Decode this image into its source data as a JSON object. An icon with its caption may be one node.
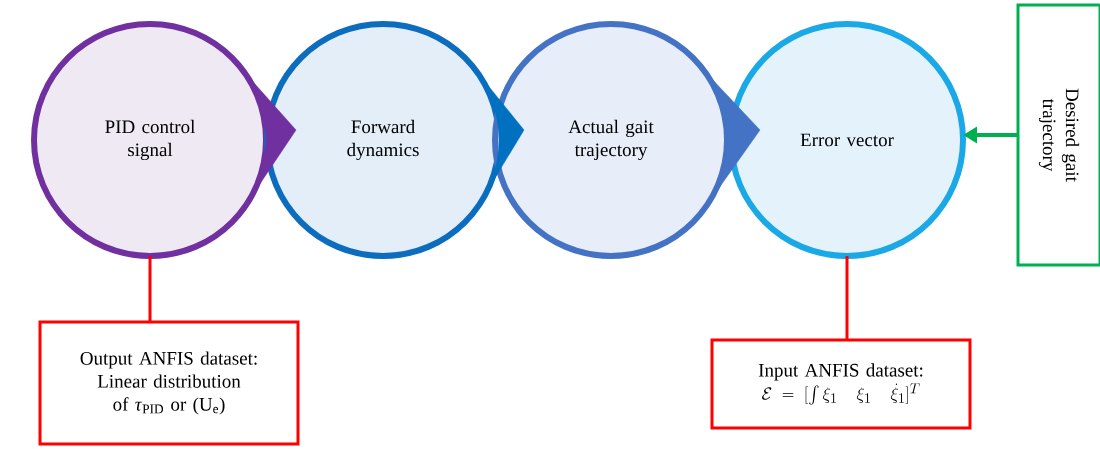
{
  "diagram": {
    "nodes": [
      {
        "text": [
          "PID control signal"
        ]
      },
      {
        "text": [
          "Forward dynamics"
        ]
      },
      {
        "text": [
          "Actual gait trajectory"
        ]
      },
      {
        "text": [
          "Error vector"
        ]
      },
      {
        "text": [
          "Desired gait trajectory"
        ]
      },
      {
        "text": [
          "Output ANFIS dataset:",
          "Linear distribution of *τ*$_{PID}$ or (U$_{e}$)"
        ]
      },
      {
        "text": [
          "Input ANFIS dataset:",
          "\\mathcal{E} = [\\int \\xi_1 \\quad \\xi_1 \\quad \\dot{\\xi}_1]^T"
        ]
      }
    ],
    "edges": [
      {
        "from": 0,
        "to": 1,
        "arrow": "to",
        "color": "#7030a0"
      },
      {
        "from": 1,
        "to": 2,
        "arrow": "to",
        "color": "#0070c0"
      },
      {
        "from": 2,
        "to": 3,
        "arrow": "to",
        "color": "#4472c4"
      },
      {
        "from": 4,
        "to": 3,
        "arrow": "to",
        "color": "#00b050"
      },
      {
        "from": 5,
        "to": 0,
        "arrow": "none",
        "color": "#ff0000"
      },
      {
        "from": 6,
        "to": 3,
        "arrow": "none",
        "color": "#ff0000"
      }
    ]
  }
}
